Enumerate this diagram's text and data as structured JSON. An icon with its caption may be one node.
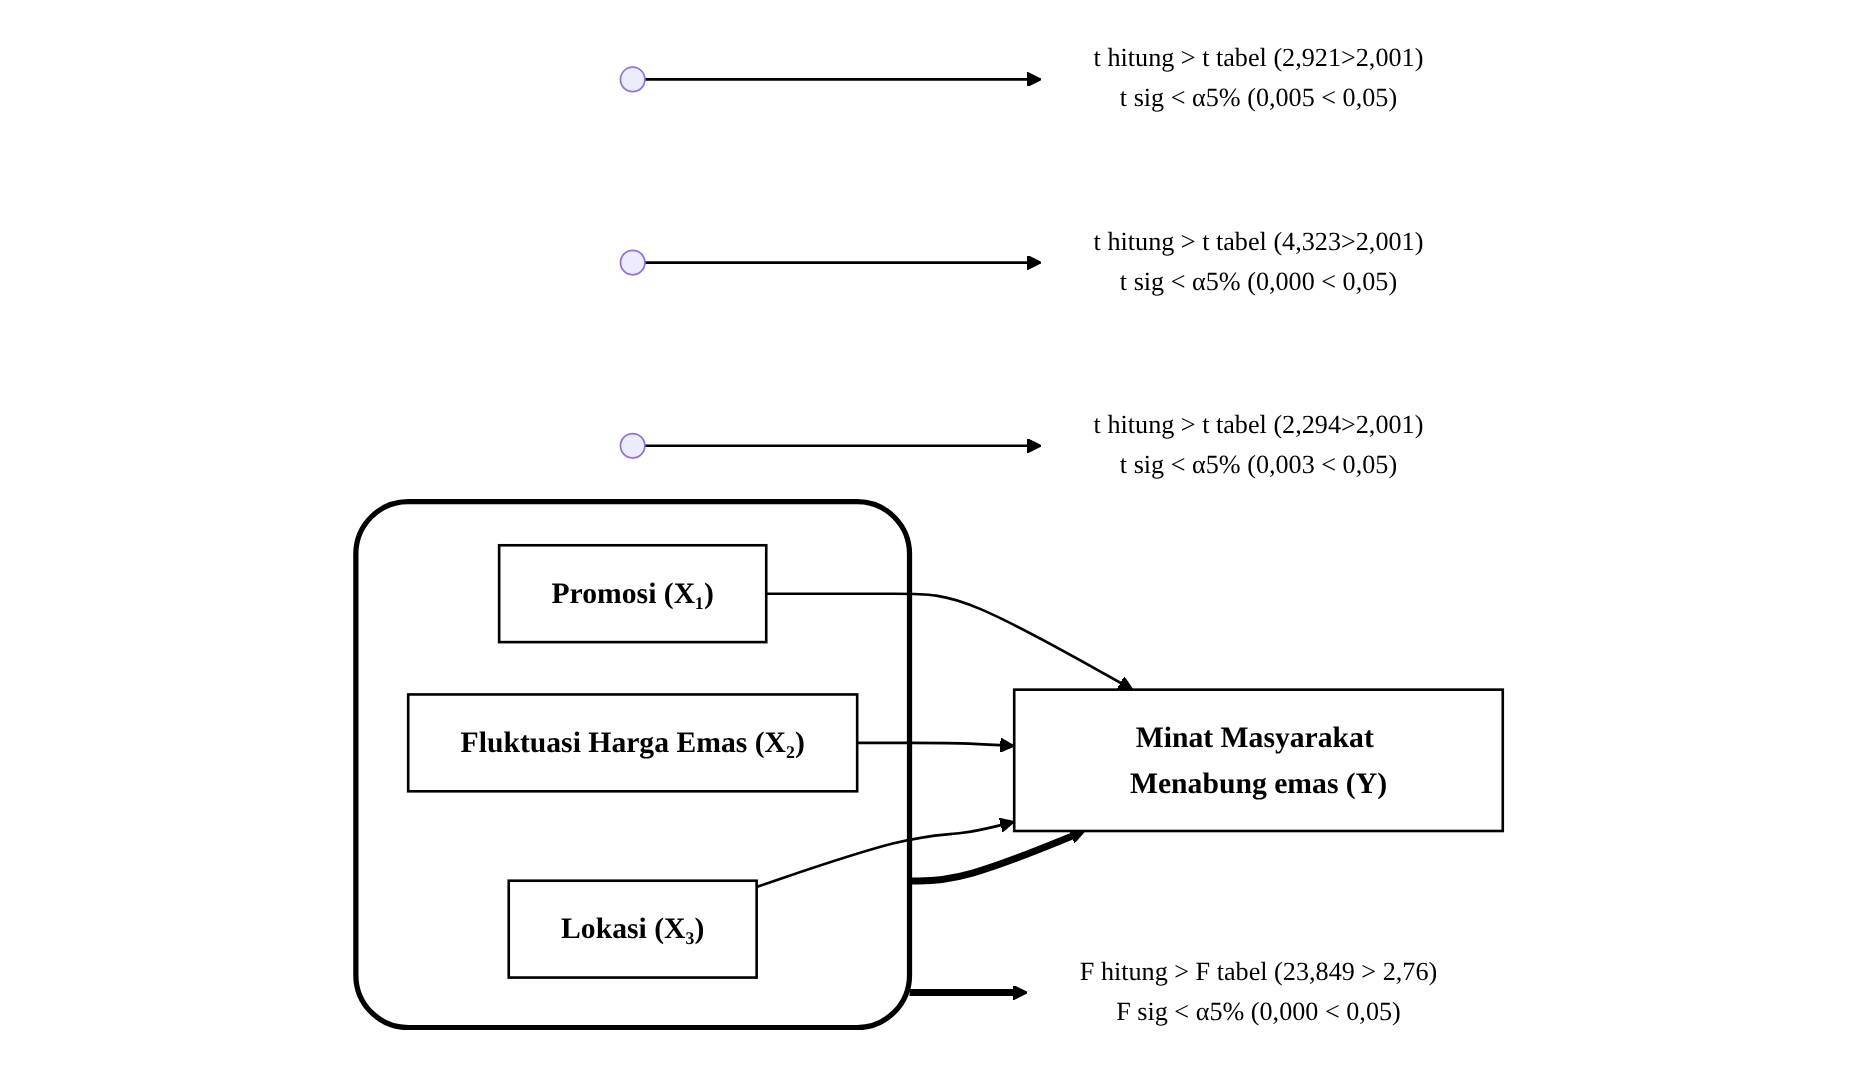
{
  "diagram": {
    "nodes": [
      {
        "text": [
          "t hitung > t tabel (2,921>2,001)",
          "t sig < α5% (0,005 < 0,05)"
        ]
      },
      {
        "text": [
          "t hitung > t tabel (4,323>2,001)",
          "t sig < α5% (0,000 < 0,05)"
        ]
      },
      {
        "text": [
          "t hitung > t tabel (2,294>2,001)",
          "t sig < α5% (0,003 < 0,05)"
        ]
      },
      {
        "text": [],
        "shape": "box"
      },
      {
        "text": [
          "Promosi (X₁)"
        ],
        "in": 3
      },
      {
        "text": [
          "Fluktuasi Harga Emas (X₂)"
        ],
        "in": 3
      },
      {
        "text": [
          "Lokasi (X₃)"
        ],
        "in": 3
      },
      {
        "text": [
          "Minat Masyarakat Menabung emas (Y)"
        ]
      },
      {
        "text": [
          "F hitung > F tabel (23,849 > 2,76)",
          "F sig < α5% (0,000 < 0,05)"
        ]
      }
    ],
    "edges": [
      {
        "from": null,
        "to": 0,
        "arrow": "to"
      },
      {
        "from": null,
        "to": 1,
        "arrow": "to"
      },
      {
        "from": null,
        "to": 2,
        "arrow": "to"
      },
      {
        "from": 4,
        "to": 7,
        "arrow": "to"
      },
      {
        "from": 5,
        "to": 7,
        "arrow": "to"
      },
      {
        "from": 6,
        "to": 7,
        "arrow": "to"
      },
      {
        "from": 3,
        "to": 7,
        "arrow": "to",
        "style": "thick"
      },
      {
        "from": 3,
        "to": 8,
        "arrow": "to",
        "style": "thick"
      }
    ]
  }
}
